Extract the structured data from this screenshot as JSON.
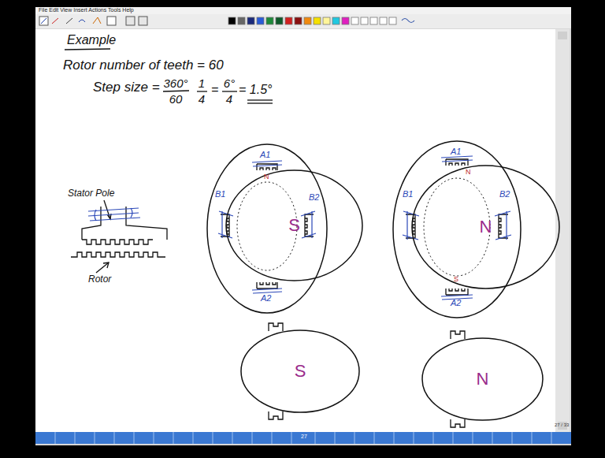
{
  "diagram": {
    "nodes": [
      {
        "text": [
          "A1",
          "B1",
          "B2",
          "A2"
        ]
      },
      {
        "text": [
          "S"
        ],
        "in": 0
      },
      {
        "text": [
          "A1",
          "B1",
          "B2",
          "A2"
        ]
      },
      {
        "text": [
          "N"
        ],
        "in": 2
      },
      {
        "text": [
          "S"
        ]
      },
      {
        "text": [
          "N"
        ]
      }
    ],
    "labels": [
      "File Edit View Insert Actions Tools Help",
      "Example",
      "Rotor number of teeth = 60",
      "Step size =",
      "360°",
      "60",
      "1",
      "4",
      "=",
      "6°",
      "4",
      "= 1.5°",
      "Stator Pole",
      "Rotor",
      "N",
      "N",
      "S",
      "27 / 33",
      "27"
    ]
  }
}
